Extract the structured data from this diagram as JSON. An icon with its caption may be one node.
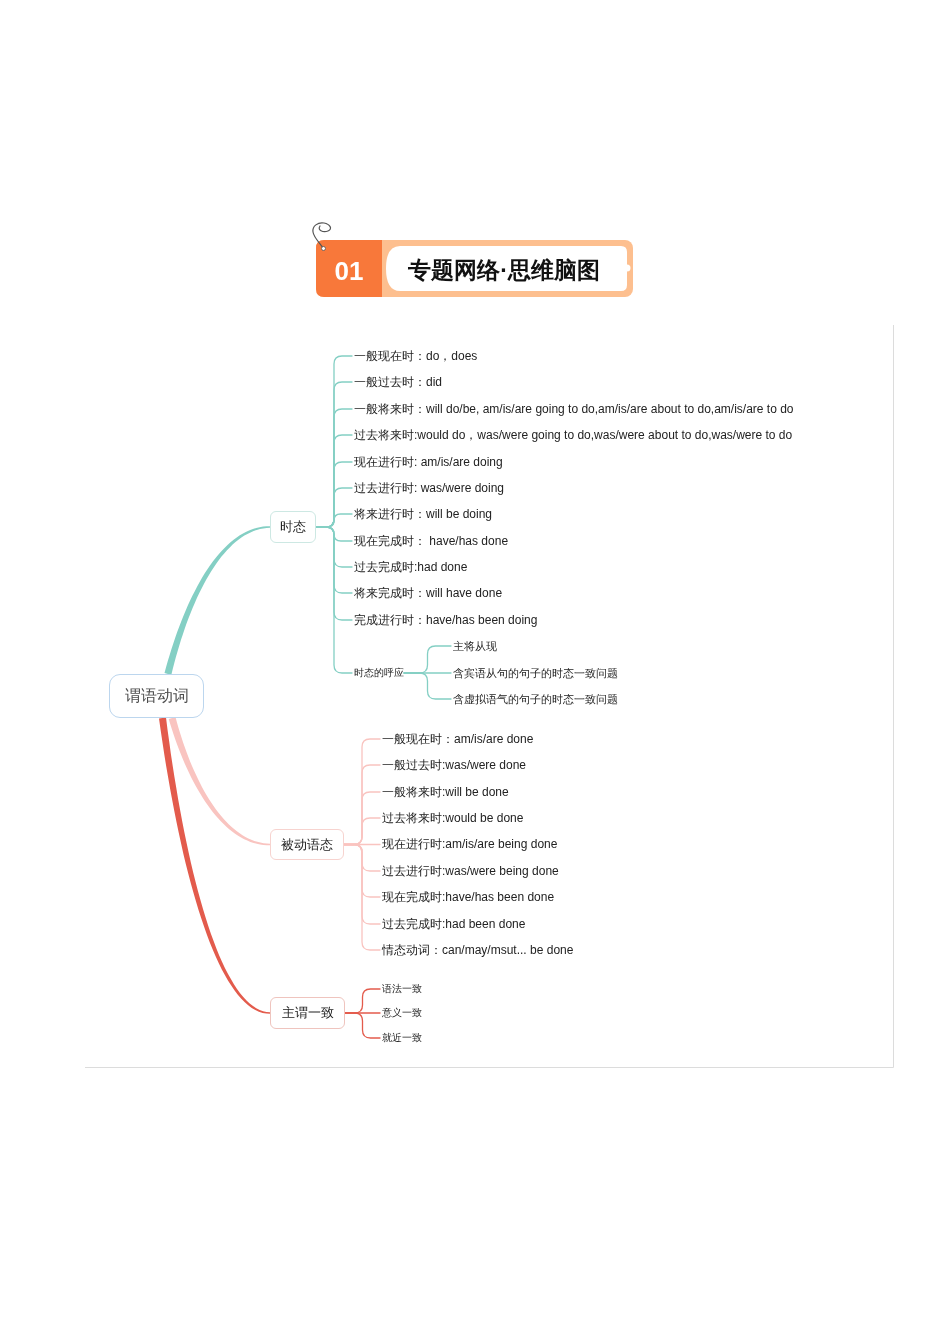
{
  "diagram": {
    "title": "专题网络·思维脑图",
    "nodes": [
      {
        "text": [
          "谓语动词"
        ]
      },
      {
        "text": [
          "时态"
        ]
      },
      {
        "text": [
          "一般现在时：do，does"
        ]
      },
      {
        "text": [
          "一般过去时：did"
        ]
      },
      {
        "text": [
          "一般将来时：will do/be, am/is/are going to do,am/is/are about to do,am/is/are to do"
        ]
      },
      {
        "text": [
          "过去将来时:would do，was/were going to do,was/were about to do,was/were to do"
        ]
      },
      {
        "text": [
          "现在进行时: am/is/are doing"
        ]
      },
      {
        "text": [
          "过去进行时: was/were doing"
        ]
      },
      {
        "text": [
          "将来进行时：will be doing"
        ]
      },
      {
        "text": [
          "现在完成时： have/has done"
        ]
      },
      {
        "text": [
          "过去完成时:had done"
        ]
      },
      {
        "text": [
          "将来完成时：will have done"
        ]
      },
      {
        "text": [
          "完成进行时：have/has been doing"
        ]
      },
      {
        "text": [
          "时态的呼应"
        ]
      },
      {
        "text": [
          "主将从现"
        ]
      },
      {
        "text": [
          "含宾语从句的句子的时态一致问题"
        ]
      },
      {
        "text": [
          "含虚拟语气的句子的时态一致问题"
        ]
      },
      {
        "text": [
          "被动语态"
        ]
      },
      {
        "text": [
          "一般现在时：am/is/are done"
        ]
      },
      {
        "text": [
          "一般过去时:was/were done"
        ]
      },
      {
        "text": [
          "一般将来时:will be done"
        ]
      },
      {
        "text": [
          "过去将来时:would be done"
        ]
      },
      {
        "text": [
          "现在进行时:am/is/are being done"
        ]
      },
      {
        "text": [
          "过去进行时:was/were being done"
        ]
      },
      {
        "text": [
          "现在完成时:have/has been done"
        ]
      },
      {
        "text": [
          "过去完成时:had been done"
        ]
      },
      {
        "text": [
          "情态动词：can/may/msut... be done"
        ]
      },
      {
        "text": [
          "主谓一致"
        ]
      },
      {
        "text": [
          "语法一致"
        ]
      },
      {
        "text": [
          "意义一致"
        ]
      },
      {
        "text": [
          "就近一致"
        ]
      }
    ],
    "edges": [
      {
        "from": 0,
        "to": 1,
        "arrow": "none",
        "style": "thick"
      },
      {
        "from": 1,
        "to": 2,
        "arrow": "none"
      },
      {
        "from": 1,
        "to": 3,
        "arrow": "none"
      },
      {
        "from": 1,
        "to": 4,
        "arrow": "none"
      },
      {
        "from": 1,
        "to": 5,
        "arrow": "none"
      },
      {
        "from": 1,
        "to": 6,
        "arrow": "none"
      },
      {
        "from": 1,
        "to": 7,
        "arrow": "none"
      },
      {
        "from": 1,
        "to": 8,
        "arrow": "none"
      },
      {
        "from": 1,
        "to": 9,
        "arrow": "none"
      },
      {
        "from": 1,
        "to": 10,
        "arrow": "none"
      },
      {
        "from": 1,
        "to": 11,
        "arrow": "none"
      },
      {
        "from": 1,
        "to": 12,
        "arrow": "none"
      },
      {
        "from": 1,
        "to": 13,
        "arrow": "none"
      },
      {
        "from": 13,
        "to": 14,
        "arrow": "none"
      },
      {
        "from": 13,
        "to": 15,
        "arrow": "none"
      },
      {
        "from": 13,
        "to": 16,
        "arrow": "none"
      },
      {
        "from": 0,
        "to": 17,
        "arrow": "none",
        "style": "thick",
        "color": "#f9c4c0"
      },
      {
        "from": 17,
        "to": 18,
        "arrow": "none",
        "color": "#f9c4c0"
      },
      {
        "from": 17,
        "to": 19,
        "arrow": "none",
        "color": "#f9c4c0"
      },
      {
        "from": 17,
        "to": 20,
        "arrow": "none",
        "color": "#f9c4c0"
      },
      {
        "from": 17,
        "to": 21,
        "arrow": "none",
        "color": "#f9c4c0"
      },
      {
        "from": 17,
        "to": 22,
        "arrow": "none",
        "color": "#f9c4c0"
      },
      {
        "from": 17,
        "to": 23,
        "arrow": "none",
        "color": "#f9c4c0"
      },
      {
        "from": 17,
        "to": 24,
        "arrow": "none",
        "color": "#f9c4c0"
      },
      {
        "from": 17,
        "to": 25,
        "arrow": "none",
        "color": "#f9c4c0"
      },
      {
        "from": 17,
        "to": 26,
        "arrow": "none",
        "color": "#f9c4c0"
      },
      {
        "from": 0,
        "to": 27,
        "arrow": "none",
        "style": "thick",
        "color": "#e35b4c"
      },
      {
        "from": 27,
        "to": 28,
        "arrow": "none",
        "color": "#e35b4c"
      },
      {
        "from": 27,
        "to": 29,
        "arrow": "none",
        "color": "#e35b4c"
      },
      {
        "from": 27,
        "to": 30,
        "arrow": "none",
        "color": "#e35b4c"
      }
    ],
    "labels": [
      "01"
    ]
  }
}
